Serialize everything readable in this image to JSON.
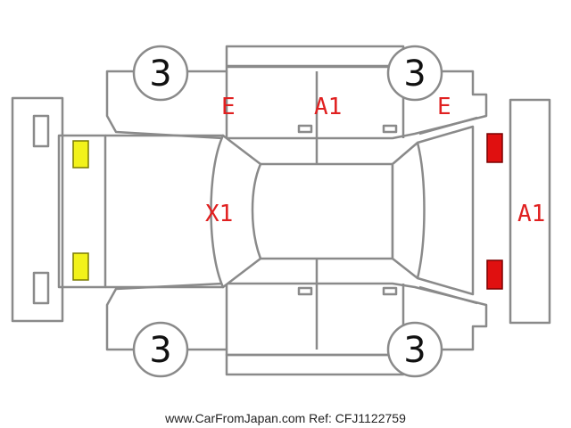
{
  "tires": {
    "front_left": "3",
    "front_right": "3",
    "rear_left": "3",
    "rear_right": "3"
  },
  "damage_codes": {
    "left_front_fender": "E",
    "left_rear_door": "A1",
    "left_rear_fender": "E",
    "windshield": "X1",
    "rear_bumper": "A1"
  },
  "footer": {
    "website": "www.CarFromJapan.com",
    "ref": "Ref: CFJ1122759"
  },
  "colors": {
    "outline": "#8a8a8a",
    "damage_text": "#e02020",
    "front_lamp": "#f2f21a",
    "rear_lamp": "#e01010"
  }
}
